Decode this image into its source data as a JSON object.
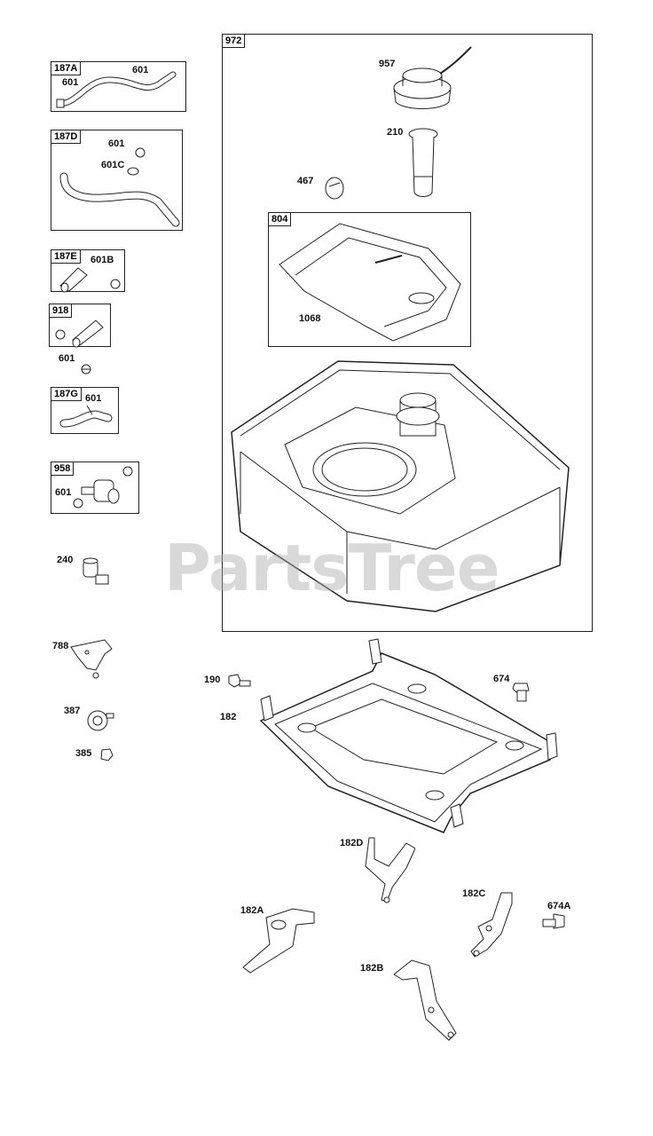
{
  "watermark": "PartsTree",
  "kits": {
    "k187A": {
      "id": "187A",
      "parts": [
        "601",
        "601"
      ]
    },
    "k187D": {
      "id": "187D",
      "parts": [
        "601",
        "601C"
      ]
    },
    "k187E": {
      "id": "187E",
      "parts": [
        "601B"
      ]
    },
    "k918": {
      "id": "918"
    },
    "k187G": {
      "id": "187G",
      "parts": [
        "601"
      ]
    },
    "k958": {
      "id": "958",
      "parts": [
        "601"
      ]
    },
    "k972": {
      "id": "972"
    },
    "k804": {
      "id": "804",
      "parts": [
        "1068"
      ]
    }
  },
  "loose_parts": {
    "p601": "601",
    "p240": "240",
    "p788": "788",
    "p387": "387",
    "p385": "385",
    "p957": "957",
    "p210": "210",
    "p467": "467",
    "p190": "190",
    "p182": "182",
    "p674": "674",
    "p182D": "182D",
    "p182C": "182C",
    "p674A": "674A",
    "p182A": "182A",
    "p182B": "182B"
  }
}
